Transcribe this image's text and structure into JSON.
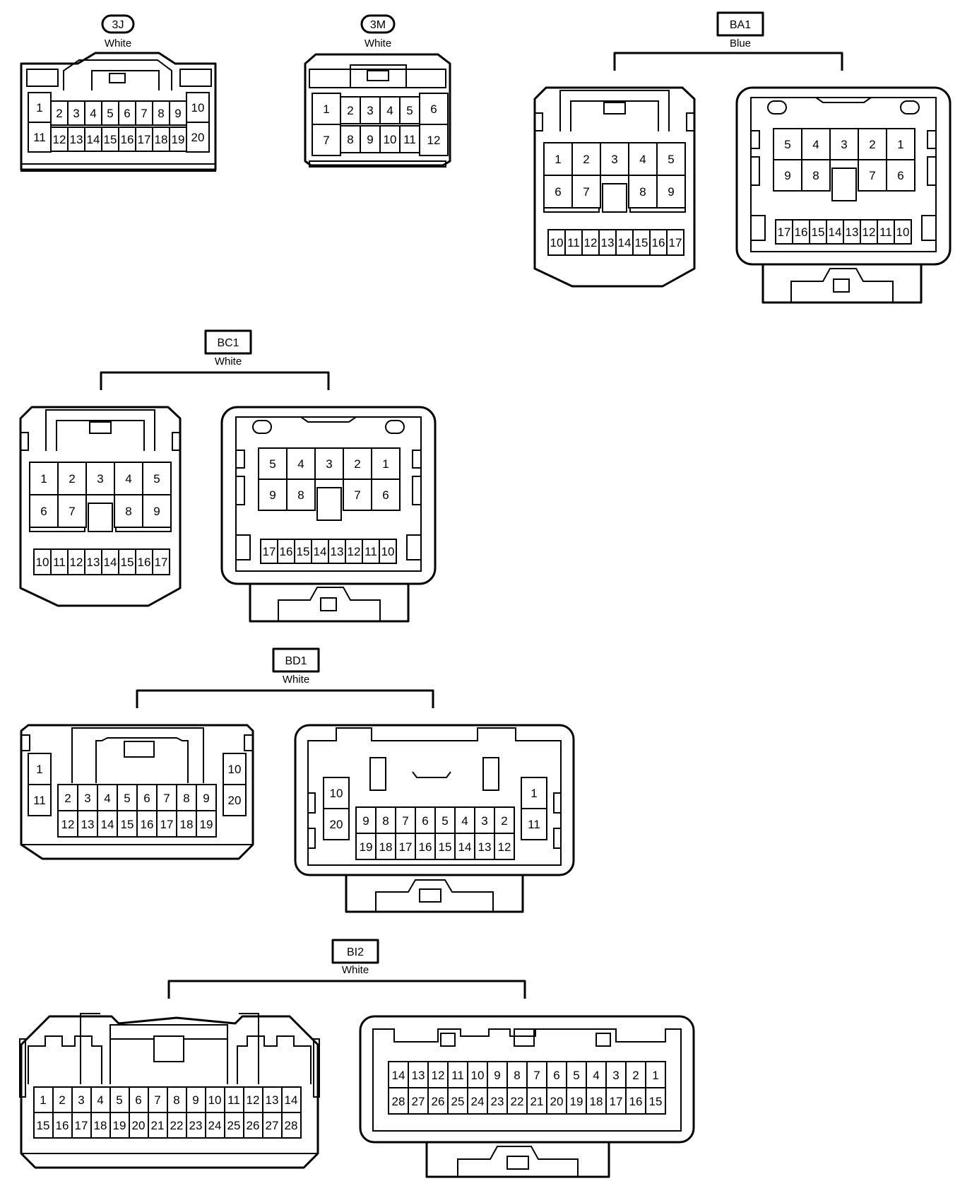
{
  "connectors": [
    {
      "id": "3J",
      "color": "White",
      "style": "oval",
      "views": [
        {
          "pins": [
            "1",
            "2",
            "3",
            "4",
            "5",
            "6",
            "7",
            "8",
            "9",
            "10",
            "11",
            "12",
            "13",
            "14",
            "15",
            "16",
            "17",
            "18",
            "19",
            "20"
          ]
        }
      ]
    },
    {
      "id": "3M",
      "color": "White",
      "style": "oval",
      "views": [
        {
          "pins": [
            "1",
            "2",
            "3",
            "4",
            "5",
            "6",
            "7",
            "8",
            "9",
            "10",
            "11",
            "12"
          ]
        }
      ]
    },
    {
      "id": "BA1",
      "color": "Blue",
      "style": "box",
      "views": [
        {
          "pins": [
            "1",
            "2",
            "3",
            "4",
            "5",
            "6",
            "7",
            "8",
            "9",
            "10",
            "11",
            "12",
            "13",
            "14",
            "15",
            "16",
            "17"
          ]
        },
        {
          "pins": [
            "5",
            "4",
            "3",
            "2",
            "1",
            "9",
            "8",
            "7",
            "6",
            "17",
            "16",
            "15",
            "14",
            "13",
            "12",
            "11",
            "10"
          ]
        }
      ]
    },
    {
      "id": "BC1",
      "color": "White",
      "style": "box",
      "views": [
        {
          "pins": [
            "1",
            "2",
            "3",
            "4",
            "5",
            "6",
            "7",
            "8",
            "9",
            "10",
            "11",
            "12",
            "13",
            "14",
            "15",
            "16",
            "17"
          ]
        },
        {
          "pins": [
            "5",
            "4",
            "3",
            "2",
            "1",
            "9",
            "8",
            "7",
            "6",
            "17",
            "16",
            "15",
            "14",
            "13",
            "12",
            "11",
            "10"
          ]
        }
      ]
    },
    {
      "id": "BD1",
      "color": "White",
      "style": "box",
      "views": [
        {
          "pins": [
            "1",
            "11",
            "2",
            "3",
            "4",
            "5",
            "6",
            "7",
            "8",
            "9",
            "12",
            "13",
            "14",
            "15",
            "16",
            "17",
            "18",
            "19",
            "10",
            "20"
          ]
        },
        {
          "pins": [
            "10",
            "20",
            "9",
            "8",
            "7",
            "6",
            "5",
            "4",
            "3",
            "2",
            "19",
            "18",
            "17",
            "16",
            "15",
            "14",
            "13",
            "12",
            "1",
            "11"
          ]
        }
      ]
    },
    {
      "id": "BI2",
      "color": "White",
      "style": "box",
      "views": [
        {
          "pins": [
            "1",
            "2",
            "3",
            "4",
            "5",
            "6",
            "7",
            "8",
            "9",
            "10",
            "11",
            "12",
            "13",
            "14",
            "15",
            "16",
            "17",
            "18",
            "19",
            "20",
            "21",
            "22",
            "23",
            "24",
            "25",
            "26",
            "27",
            "28"
          ]
        },
        {
          "pins": [
            "14",
            "13",
            "12",
            "11",
            "10",
            "9",
            "8",
            "7",
            "6",
            "5",
            "4",
            "3",
            "2",
            "1",
            "28",
            "27",
            "26",
            "25",
            "24",
            "23",
            "22",
            "21",
            "20",
            "19",
            "18",
            "17",
            "16",
            "15"
          ]
        }
      ]
    }
  ]
}
